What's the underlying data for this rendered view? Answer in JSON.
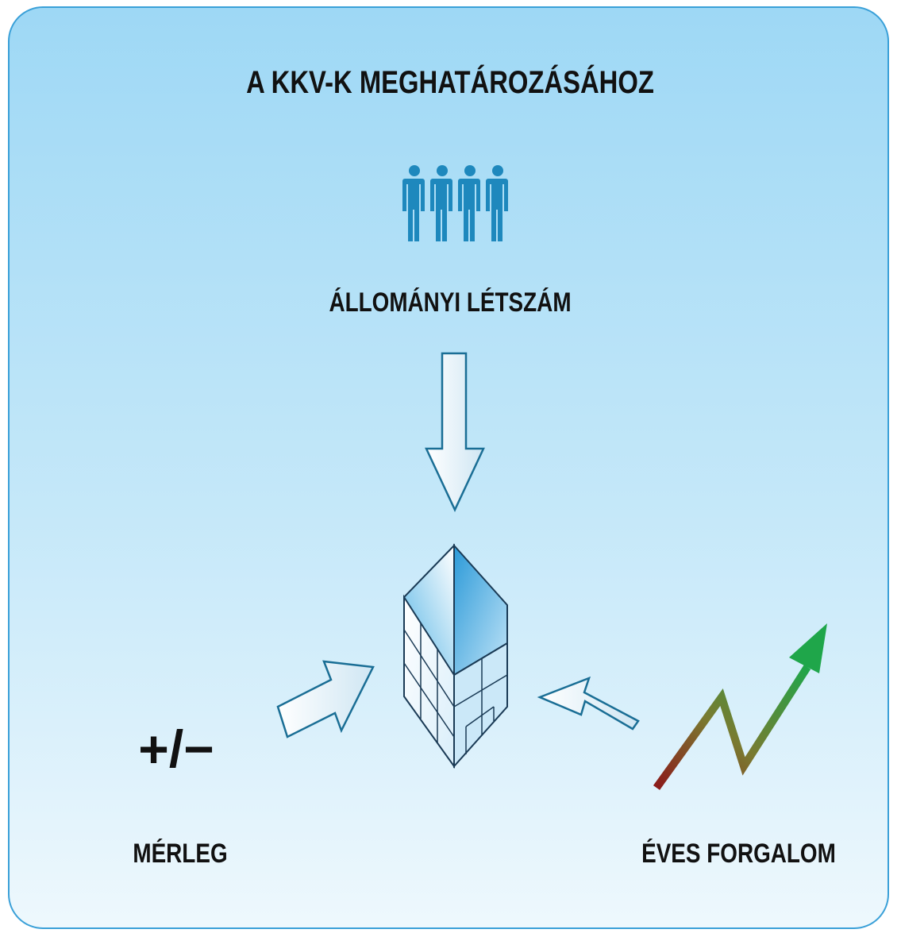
{
  "title": "A KKV-K MEGHATÁROZÁSÁHOZ",
  "criteria": {
    "staff": {
      "label": "ÁLLOMÁNYI LÉTSZÁM",
      "icon": "people-icon"
    },
    "balance": {
      "symbol": "+/−",
      "label": "MÉRLEG"
    },
    "turnover": {
      "label": "ÉVES FORGALOM",
      "icon": "rising-trend-arrow-icon"
    }
  },
  "center": {
    "icon": "building-cube-icon"
  },
  "colors": {
    "border": "#3aa0d8",
    "background_top": "#9ed8f5",
    "background_bottom": "#eef8fd",
    "people": "#1e88bd",
    "trend_start": "#8b1a1a",
    "trend_end": "#1fa64a"
  }
}
